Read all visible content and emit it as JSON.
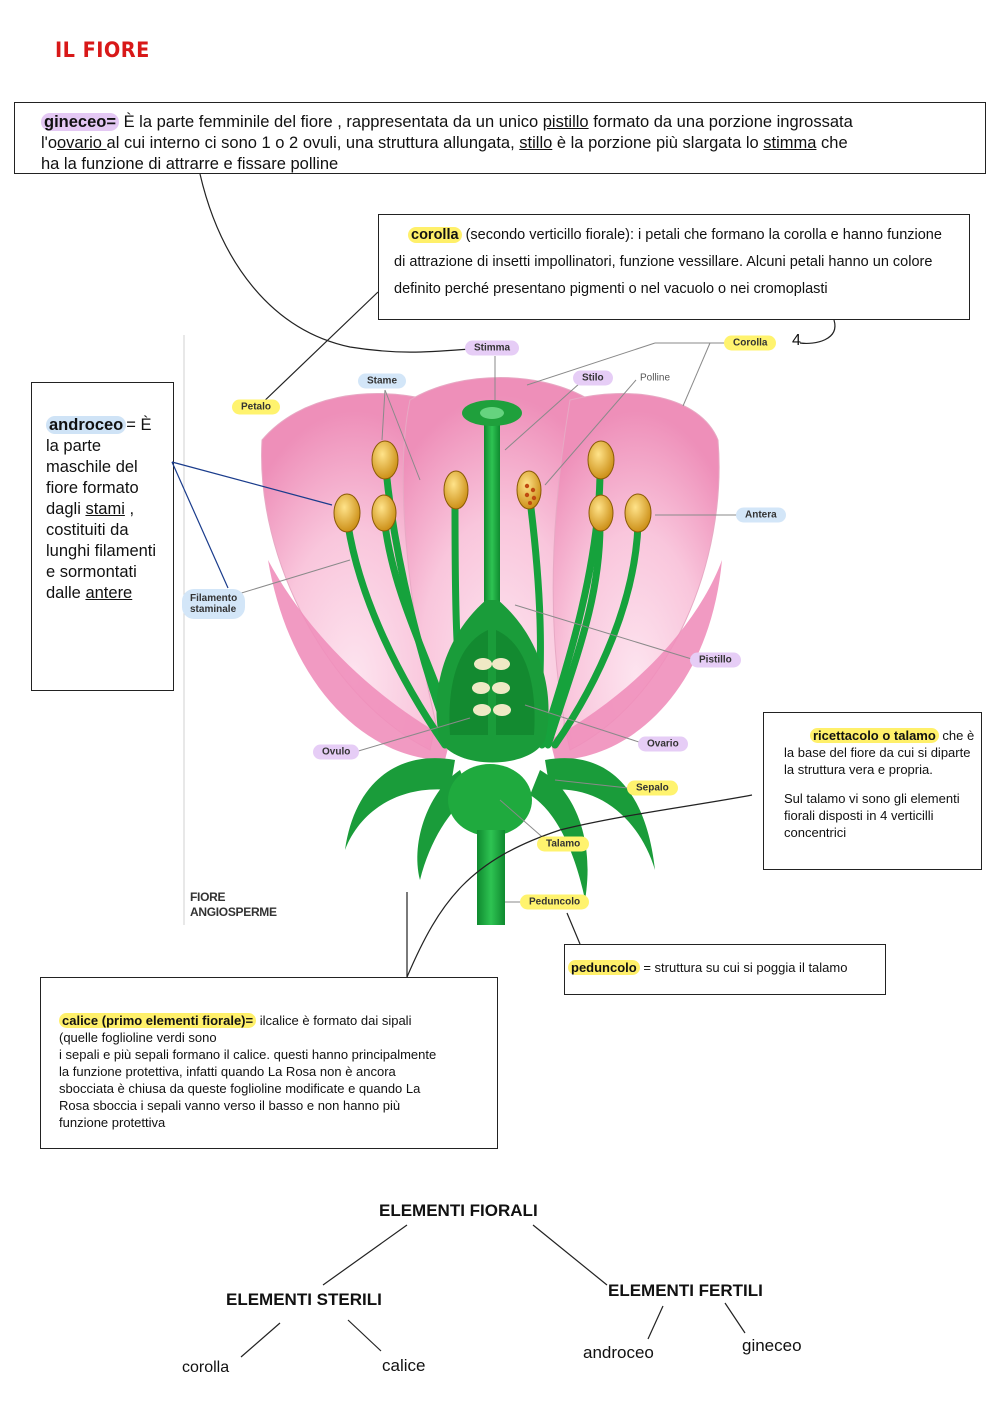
{
  "page_title": "IL FIORE",
  "gineceo": {
    "term": "gineceo=",
    "t1": " È la parte femminile del fiore , rappresentata da un unico ",
    "u1": "pistillo",
    "t2": " formato da una porzione ingrossata",
    "t3": "l'o",
    "u2": "ovario ",
    "t4": "al cui interno ci sono 1 o 2 ovuli, una struttura allungata, ",
    "u3": "stillo",
    "t5": " è la porzione più slargata lo ",
    "u4": "stimma",
    "t6": " che",
    "t7": "ha la funzione di attrarre e fissare polline"
  },
  "corolla_box": {
    "term": "corolla",
    "text": " (secondo verticillo fiorale): i petali che formano la corolla e hanno funzione di attrazione di insetti  impollinatori, funzione vessillare. Alcuni petali hanno un colore definito perché presentano pigmenti o nel vacuolo o nei cromoplasti"
  },
  "androceo_box": {
    "term": "androceo",
    "t1": "= È la parte maschile del fiore formato dagli ",
    "u1": "stami",
    "t2": " , costituiti da lunghi filamenti e sormontati dalle ",
    "u2": "antere"
  },
  "ricettacolo_box": {
    "term": "ricettacolo o talamo",
    "t1": " che è la base del fiore da cui si diparte la struttura vera e propria.",
    "t2": "Sul talamo vi sono gli elementi fiorali disposti in 4 verticilli concentrici"
  },
  "peduncolo_box": {
    "term": "peduncolo",
    "text": " = struttura su cui si poggia il talamo"
  },
  "calice_box": {
    "term": "calice (primo elementi fiorale)=",
    "text": " ilcalice è formato dai sipali (quelle foglioline verdi sono\ni sepali e più sepali formano il calice. questi hanno principalmente la funzione protettiva, infatti quando La Rosa non è ancora sbocciata è chiusa da queste foglioline modificate e quando La Rosa sboccia i sepali vanno verso il basso e non hanno più funzione protettiva"
  },
  "diagram_labels": {
    "stimma": "Stimma",
    "corolla": "Corolla",
    "stame": "Stame",
    "stilo": "Stilo",
    "polline": "Polline",
    "petalo": "Petalo",
    "antera": "Antera",
    "filamento": "Filamento\nstaminale",
    "pistillo": "Pistillo",
    "ovario": "Ovario",
    "ovulo": "Ovulo",
    "sepalo": "Sepalo",
    "talamo": "Talamo",
    "peduncolo": "Peduncolo",
    "caption": "FIORE\nANGIOSPERME",
    "mark": "4"
  },
  "tree": {
    "root": "ELEMENTI FIORALI",
    "sterili": "ELEMENTI STERILI",
    "fertili": "ELEMENTI FERTILI",
    "corolla": "corolla",
    "calice": "calice",
    "androceo": "androceo",
    "gineceo": "gineceo"
  },
  "colors": {
    "title": "#d81818",
    "highlight_yellow": "#fff06a",
    "highlight_purple": "#e4c8f4",
    "highlight_blue": "#cfe3f6",
    "petal_pink": "#f4a8c8",
    "stem_green": "#1fa03c",
    "anther_yellow": "#e7b42a"
  }
}
